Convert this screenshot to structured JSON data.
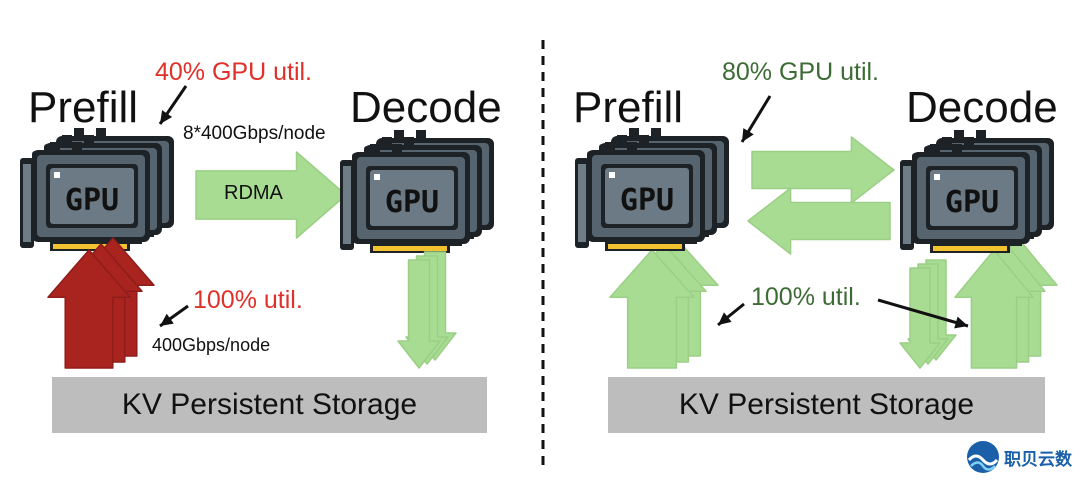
{
  "left": {
    "prefill_label": "Prefill",
    "decode_label": "Decode",
    "gpu_util": "40% GPU util.",
    "nic_bandwidth": "8*400Gbps/node",
    "transfer_label": "RDMA",
    "storage_util": "100% util.",
    "storage_bandwidth": "400Gbps/node",
    "storage_label": "KV Persistent Storage"
  },
  "right": {
    "prefill_label": "Prefill",
    "decode_label": "Decode",
    "gpu_util": "80% GPU util.",
    "storage_util": "100% util.",
    "storage_label": "KV Persistent Storage"
  },
  "gpu_card_label": "GPU",
  "watermark": "职贝云数",
  "colors": {
    "red_text": "#e0302a",
    "green_text": "#3d6b35",
    "red_arrow": "#a9231f",
    "green_arrow": "#a8dc92",
    "storage_fill": "#bdbdbd",
    "gpu_body": "#55646e",
    "gpu_outline": "#1d2227",
    "gold_pins": "#f2c230"
  }
}
